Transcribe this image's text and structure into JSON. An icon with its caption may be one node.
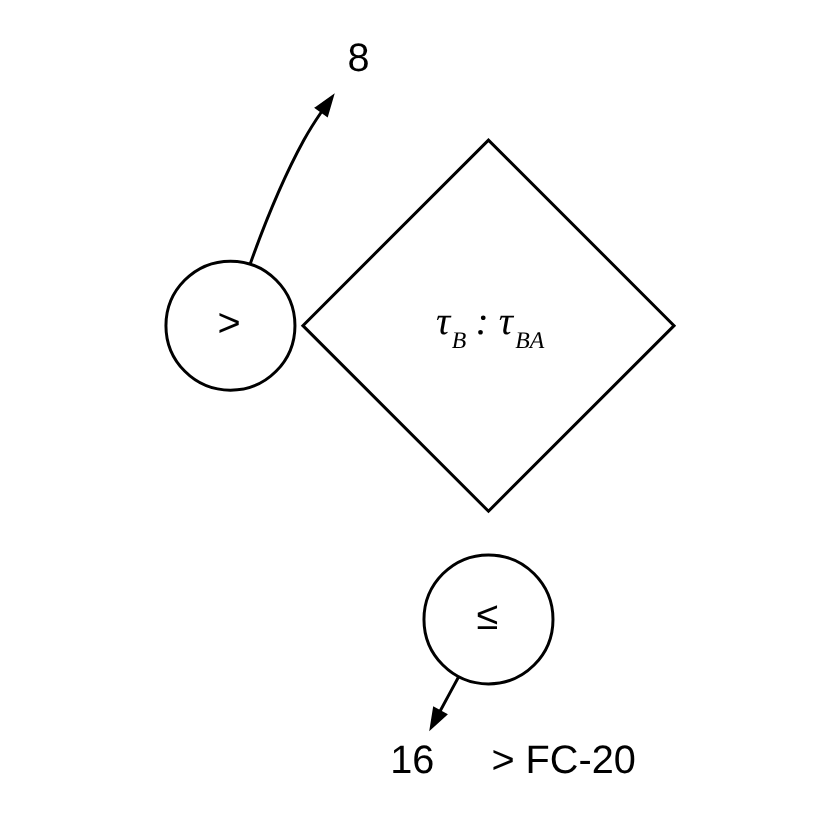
{
  "diagram": {
    "nodes": [
      {
        "text": [
          "8"
        ]
      },
      {
        "text": [
          ">"
        ]
      },
      {
        "text": [
          "τ$_{B}$ : τ$_{BA}$"
        ]
      },
      {
        "text": [
          "≤"
        ]
      },
      {
        "text": [
          "16"
        ]
      }
    ],
    "edges": [
      {
        "from": 1,
        "to": 0,
        "arrow": "to"
      },
      {
        "from": 3,
        "to": 4,
        "arrow": "to"
      }
    ],
    "labels": [
      "> FC-20"
    ]
  }
}
